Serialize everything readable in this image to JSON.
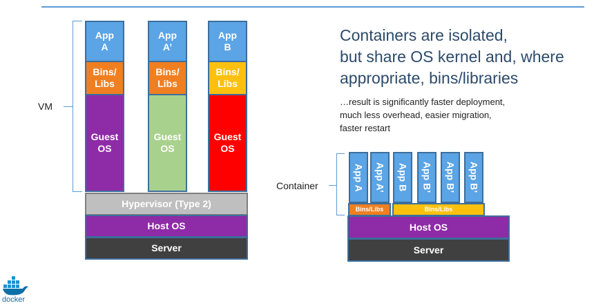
{
  "headline": [
    "Containers are isolated,",
    "but share OS kernel  and, where",
    "appropriate, bins/libraries"
  ],
  "subtext": [
    "…result is significantly faster deployment,",
    "much less overhead, easier migration,",
    "faster restart"
  ],
  "vm_label": "VM",
  "container_label": "Container",
  "vm_stack": {
    "columns": [
      {
        "app": "App\nA",
        "bins": "Bins/\nLibs",
        "guest": "Guest\nOS"
      },
      {
        "app": "App\nA’",
        "bins": "Bins/\nLibs",
        "guest": "Guest\nOS"
      },
      {
        "app": "App\nB",
        "bins": "Bins/\nLibs",
        "guest": "Guest\nOS"
      }
    ],
    "hypervisor": "Hypervisor (Type 2)",
    "host_os": "Host OS",
    "server": "Server"
  },
  "container_stack": {
    "apps": [
      "App A",
      "App A’",
      "App B",
      "App B’",
      "App B’",
      "App B’"
    ],
    "bins_a": "Bins/Libs",
    "bins_b": "Bins/Libs",
    "host_os": "Host OS",
    "server": "Server"
  },
  "logo": "docker",
  "colors": {
    "app": "#5ba4e5",
    "bins_a": "#f07f22",
    "bins_b": "#fcc10f",
    "guest_a": "#8e2ba6",
    "guest_a2": "#a9d18e",
    "guest_b": "#ff0000",
    "hypervisor": "#bfbfbf",
    "host_os": "#8e2ba6",
    "server": "#404040"
  }
}
